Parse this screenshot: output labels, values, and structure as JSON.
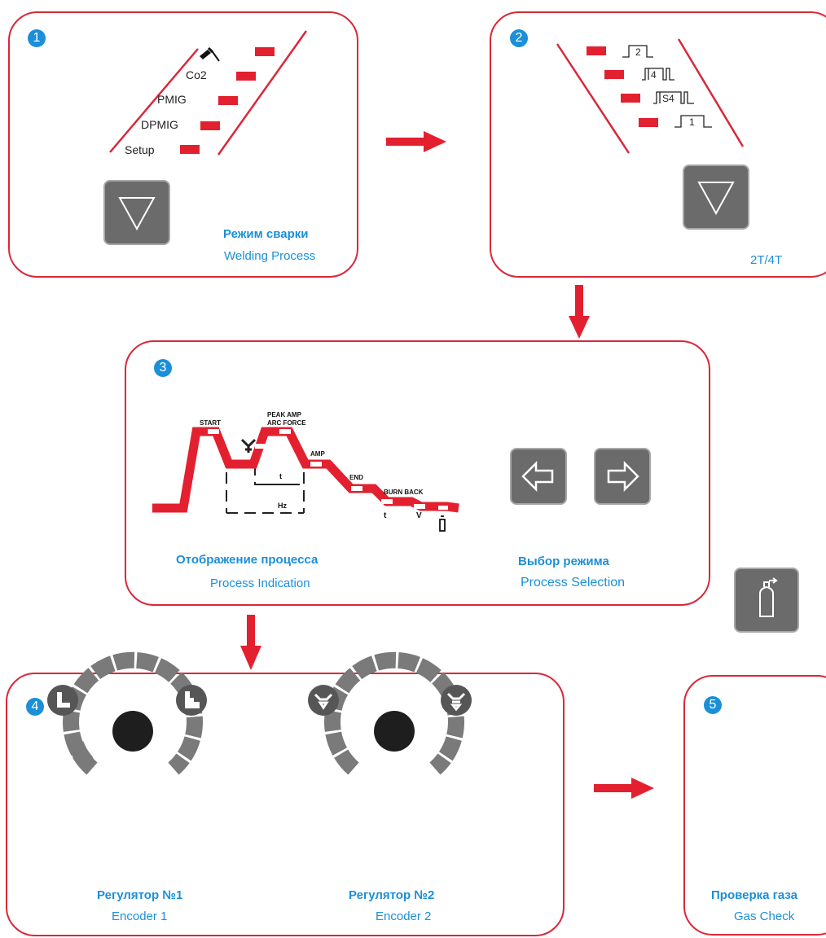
{
  "colors": {
    "accent": "#d8283a",
    "label_blue": "#1b8fd8",
    "button_gray": "#6b6b6b",
    "led_red": "#e3202f"
  },
  "panel1": {
    "number": "1",
    "modes": [
      "Co2",
      "PMIG",
      "DPMIG",
      "Setup"
    ],
    "title_ru": "Режим сварки",
    "title_en": "Welding Process"
  },
  "panel2": {
    "number": "2",
    "triggers": [
      "2",
      "4",
      "S4",
      "1"
    ],
    "caption": "2T/4T"
  },
  "panel3": {
    "number": "3",
    "curve_labels": {
      "start": "START",
      "peak_amp": "PEAK AMP",
      "arc_force": "ARC FORCE",
      "amp": "AMP",
      "end": "END",
      "burn_back": "BURN BACK",
      "t1": "t",
      "hz": "Hz",
      "t2": "t",
      "v": "V"
    },
    "left_ru": "Отображение процесса",
    "left_en": "Process Indication",
    "right_ru": "Выбор режима",
    "right_en": "Process Selection"
  },
  "panel4": {
    "number": "4",
    "encoder1_ru": "Регулятор №1",
    "encoder1_en": "Encoder 1",
    "encoder2_ru": "Регулятор №2",
    "encoder2_en": "Encoder 2"
  },
  "panel5": {
    "number": "5",
    "title_ru": "Проверка газа",
    "title_en": "Gas Check"
  },
  "icons": [
    "welding-torch-icon",
    "down-triangle-icon",
    "left-arrow-icon",
    "right-arrow-icon",
    "gas-cylinder-icon",
    "wire-feed-icon",
    "arc-length-icon"
  ]
}
